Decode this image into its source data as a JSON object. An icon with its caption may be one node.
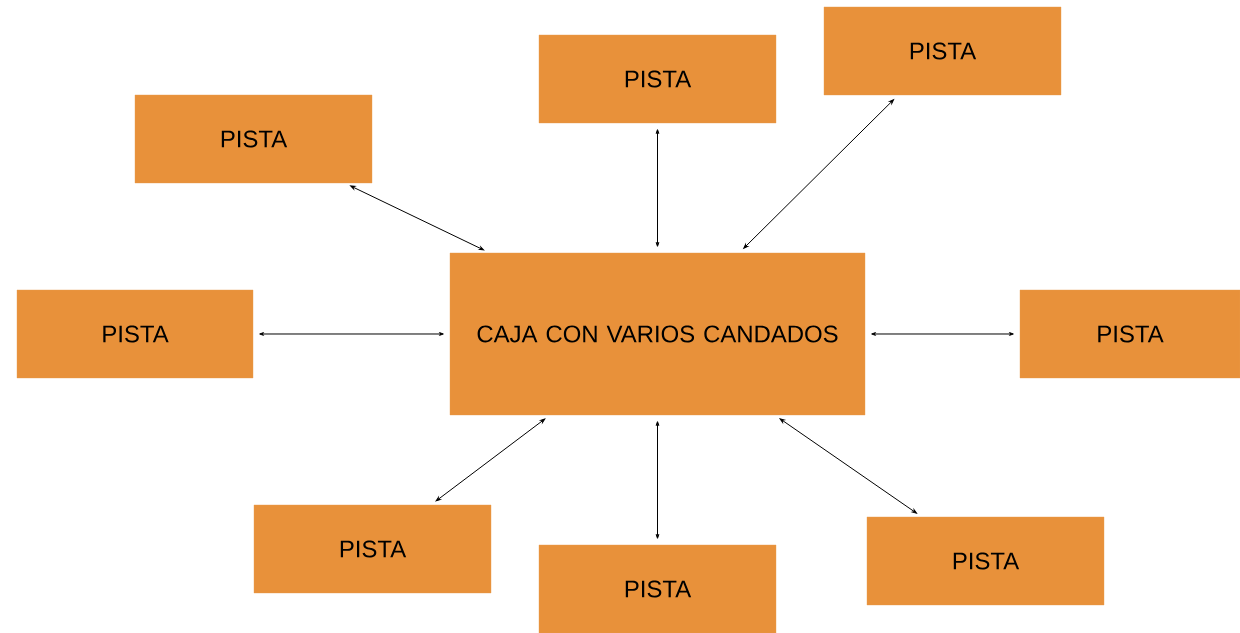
{
  "diagram": {
    "nodes": [
      {
        "text": [
          "PISTA"
        ]
      },
      {
        "text": [
          "PISTA"
        ]
      },
      {
        "text": [
          "PISTA"
        ]
      },
      {
        "text": [
          "CAJA CON VARIOS CANDADOS"
        ]
      },
      {
        "text": [
          "PISTA"
        ]
      },
      {
        "text": [
          "PISTA"
        ]
      },
      {
        "text": [
          "PISTA"
        ]
      },
      {
        "text": [
          "PISTA"
        ]
      },
      {
        "text": [
          "PISTA"
        ]
      }
    ],
    "edges": [
      {
        "from": 3,
        "to": 0,
        "arrow": "both"
      },
      {
        "from": 3,
        "to": 1,
        "arrow": "both"
      },
      {
        "from": 3,
        "to": 2,
        "arrow": "both"
      },
      {
        "from": 3,
        "to": 4,
        "arrow": "both"
      },
      {
        "from": 3,
        "to": 5,
        "arrow": "both"
      },
      {
        "from": 3,
        "to": 6,
        "arrow": "both"
      },
      {
        "from": 3,
        "to": 7,
        "arrow": "both"
      },
      {
        "from": 3,
        "to": 8,
        "arrow": "both"
      }
    ]
  }
}
